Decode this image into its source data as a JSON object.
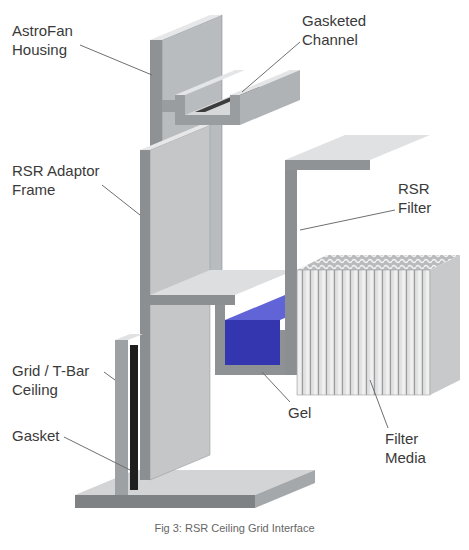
{
  "diagram": {
    "caption": "Fig 3: RSR Ceiling Grid Interface",
    "labels": [
      "AstroFan Housing",
      "Gasketed Channel",
      "RSR Adaptor Frame",
      "RSR Filter",
      "Grid / T-Bar Ceiling",
      "Gasket",
      "Gel",
      "Filter Media"
    ]
  }
}
